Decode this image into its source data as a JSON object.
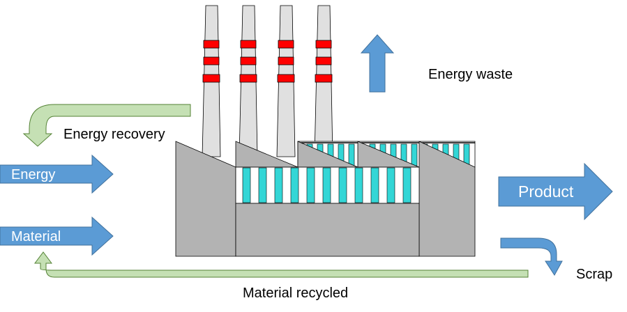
{
  "labels": {
    "energy_waste": "Energy waste",
    "energy_recovery": "Energy recovery",
    "energy": "Energy",
    "material": "Material",
    "product": "Product",
    "scrap": "Scrap",
    "material_recycled": "Material recycled"
  },
  "colors": {
    "input_arrow": "#5b9bd5",
    "input_arrow_border": "#41719c",
    "recycle_arrow": "#c5e0b4",
    "recycle_arrow_border": "#548235",
    "factory_gray": "#b3b3b3",
    "chimney": "#e0e0e0",
    "chimney_band": "#ff0000",
    "window_glass": "#33d6d6"
  }
}
